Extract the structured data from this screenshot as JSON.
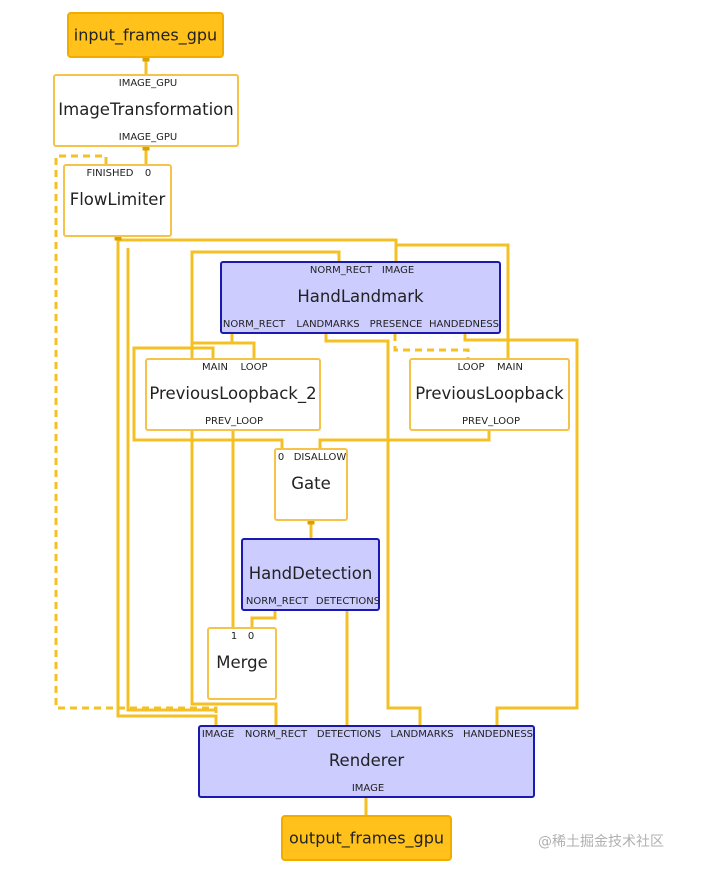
{
  "colors": {
    "edge": "#f5c024",
    "anchor": "#d9a000",
    "calculator_fill": "#ccccff",
    "calculator_border": "#1a1ab2",
    "stream_fill": "#ffc11a",
    "node_border": "#f5c24a"
  },
  "graph": {
    "input_stream": {
      "label": "input_frames_gpu"
    },
    "output_stream": {
      "label": "output_frames_gpu"
    },
    "nodes": {
      "image_transformation": {
        "title": "ImageTransformation",
        "inputs": [
          "IMAGE_GPU"
        ],
        "outputs": [
          "IMAGE_GPU"
        ]
      },
      "flow_limiter": {
        "title": "FlowLimiter",
        "inputs": [
          "FINISHED",
          "0"
        ],
        "outputs": []
      },
      "hand_landmark": {
        "title": "HandLandmark",
        "inputs": [
          "NORM_RECT",
          "IMAGE"
        ],
        "outputs": [
          "NORM_RECT",
          "LANDMARKS",
          "PRESENCE",
          "HANDEDNESS"
        ]
      },
      "previous_loopback_2": {
        "title": "PreviousLoopback_2",
        "inputs": [
          "MAIN",
          "LOOP"
        ],
        "outputs": [
          "PREV_LOOP"
        ]
      },
      "previous_loopback": {
        "title": "PreviousLoopback",
        "inputs": [
          "LOOP",
          "MAIN"
        ],
        "outputs": [
          "PREV_LOOP"
        ]
      },
      "gate": {
        "title": "Gate",
        "inputs": [
          "0",
          "DISALLOW"
        ],
        "outputs": []
      },
      "hand_detection": {
        "title": "HandDetection",
        "inputs": [],
        "outputs": [
          "NORM_RECT",
          "DETECTIONS"
        ]
      },
      "merge": {
        "title": "Merge",
        "inputs": [
          "1",
          "0"
        ],
        "outputs": []
      },
      "renderer": {
        "title": "Renderer",
        "inputs": [
          "IMAGE",
          "NORM_RECT",
          "DETECTIONS",
          "LANDMARKS",
          "HANDEDNESS"
        ],
        "outputs": [
          "IMAGE"
        ]
      }
    }
  },
  "watermark": "@稀土掘金技术社区"
}
